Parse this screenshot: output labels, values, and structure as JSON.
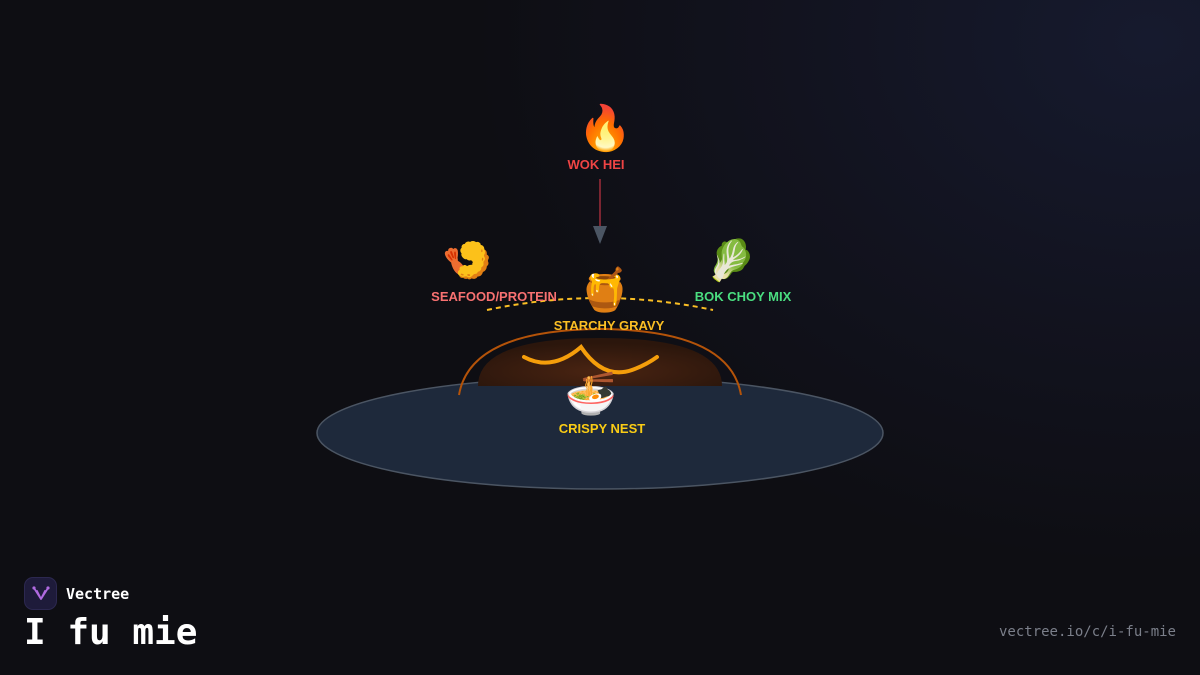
{
  "brand": {
    "name": "Vectree",
    "logo_icon": "tree-branch-icon",
    "logo_color": "#b06ae0"
  },
  "title": "I fu mie",
  "url": "vectree.io/c/i-fu-mie",
  "diagram": {
    "nodes": [
      {
        "id": "wok-hei",
        "label": "WOK HEI",
        "icon": "🔥",
        "icon_name": "fire-icon",
        "color": "#ef4444"
      },
      {
        "id": "seafood-protein",
        "label": "SEAFOOD/PROTEIN",
        "icon": "🍤",
        "icon_name": "fried-shrimp-icon",
        "color": "#f87171"
      },
      {
        "id": "bok-choy-mix",
        "label": "BOK CHOY MIX",
        "icon": "🥬",
        "icon_name": "leafy-green-icon",
        "color": "#4ade80"
      },
      {
        "id": "starchy-gravy",
        "label": "STARCHY GRAVY",
        "icon": "🍯",
        "icon_name": "honey-pot-icon",
        "color": "#fbbf24"
      },
      {
        "id": "crispy-nest",
        "label": "CRISPY NEST",
        "icon": "🍜",
        "icon_name": "noodle-bowl-icon",
        "color": "#facc15"
      }
    ],
    "colors": {
      "plate_fill": "#1e293b",
      "plate_stroke": "#4b5563",
      "nest_fill": "#3a1e10",
      "nest_stroke": "#b45309",
      "noodle": "#f59e0b",
      "gravy_line": "#fbbf24",
      "arrow": "#9f2d3a",
      "arrow_head": "#4b5563"
    }
  }
}
